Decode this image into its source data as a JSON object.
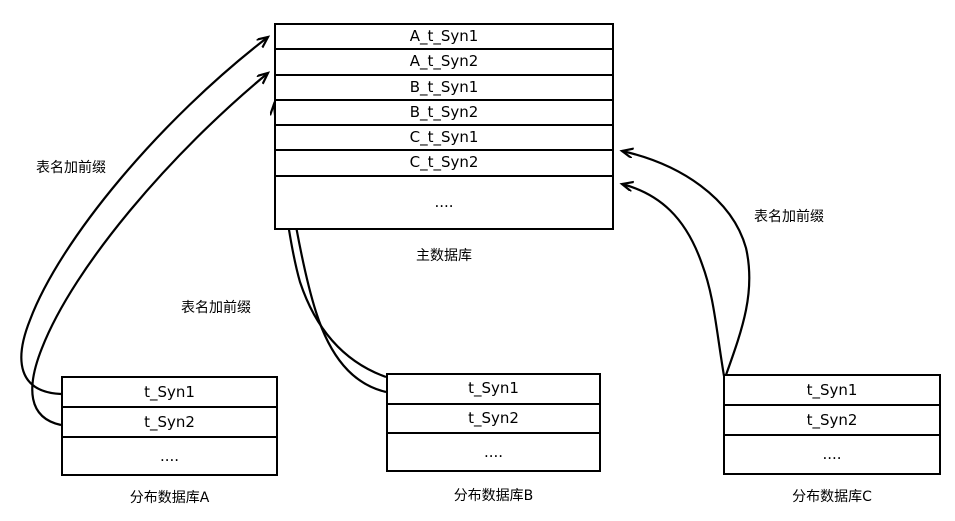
{
  "diagram": {
    "title_text": "",
    "stroke_color": "#000000",
    "background_color": "#ffffff"
  },
  "main_db": {
    "caption": "主数据库",
    "rows": [
      "A_t_Syn1",
      "A_t_Syn2",
      "B_t_Syn1",
      "B_t_Syn2",
      "C_t_Syn1",
      "C_t_Syn2",
      "...."
    ]
  },
  "shards": [
    {
      "caption": "分布数据库A",
      "rows": [
        "t_Syn1",
        "t_Syn2",
        "...."
      ]
    },
    {
      "caption": "分布数据库B",
      "rows": [
        "t_Syn1",
        "t_Syn2",
        "...."
      ]
    },
    {
      "caption": "分布数据库C",
      "rows": [
        "t_Syn1",
        "t_Syn2",
        "...."
      ]
    }
  ],
  "edge_labels": [
    {
      "text": "表名加前缀"
    },
    {
      "text": "表名加前缀"
    },
    {
      "text": "表名加前缀"
    }
  ]
}
